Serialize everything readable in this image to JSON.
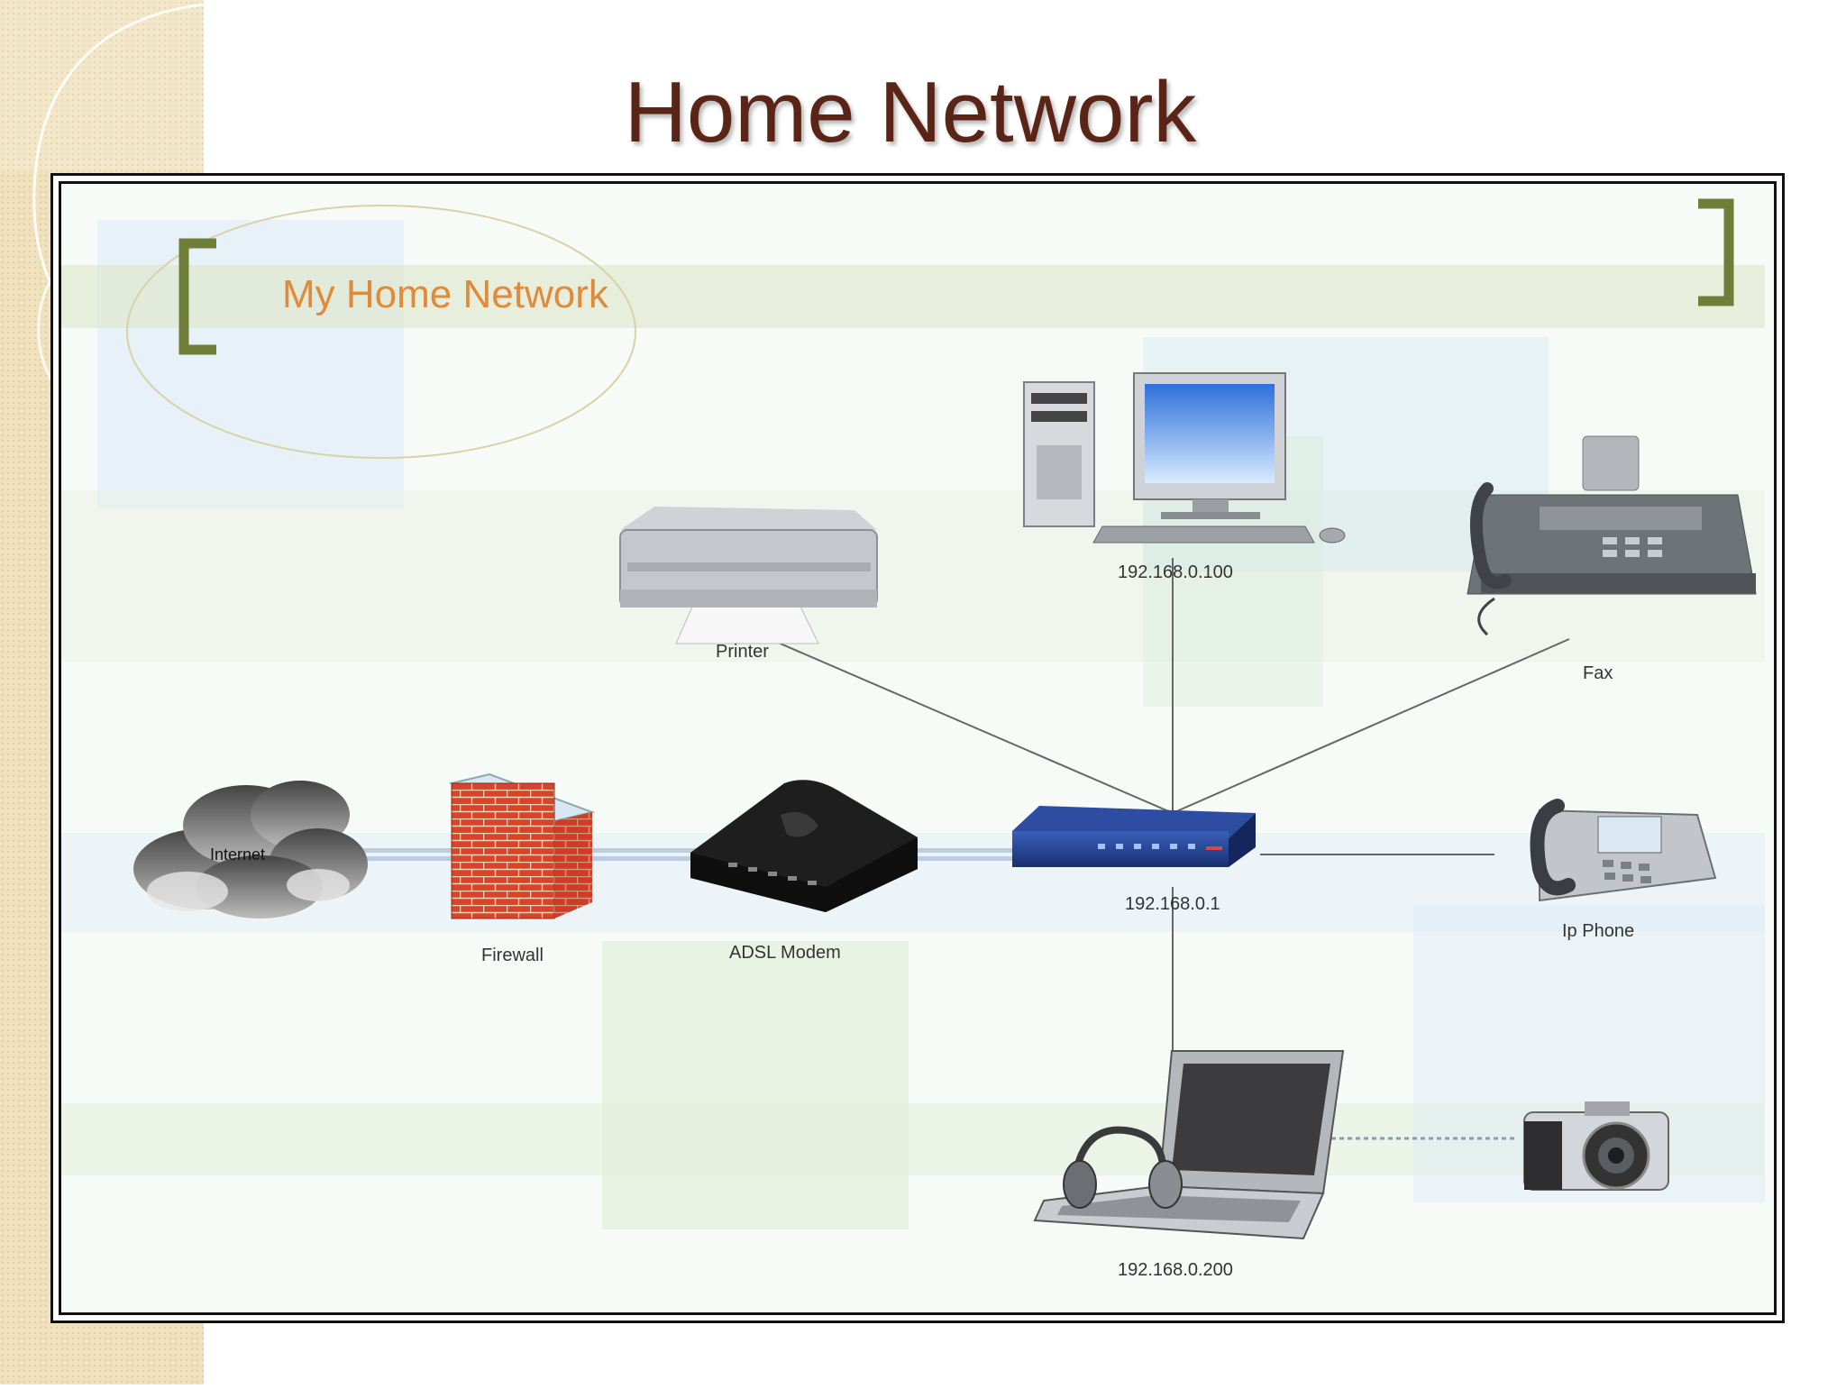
{
  "slide": {
    "title": "Home Network"
  },
  "diagram": {
    "inner_title": "My Home Network",
    "nodes": {
      "internet": "Internet",
      "firewall": "Firewall",
      "modem": "ADSL Modem",
      "router": "192.168.0.1",
      "printer": "Printer",
      "desktop": "192.168.0.100",
      "fax": "Fax",
      "ip_phone": "Ip Phone",
      "laptop": "192.168.0.200",
      "camera": ""
    }
  },
  "colors": {
    "title": "#5a2516",
    "inner_title": "#e08a3c",
    "bracket": "#6f7f3a",
    "router": "#1f3f8f",
    "firewall": "#c9341f"
  }
}
